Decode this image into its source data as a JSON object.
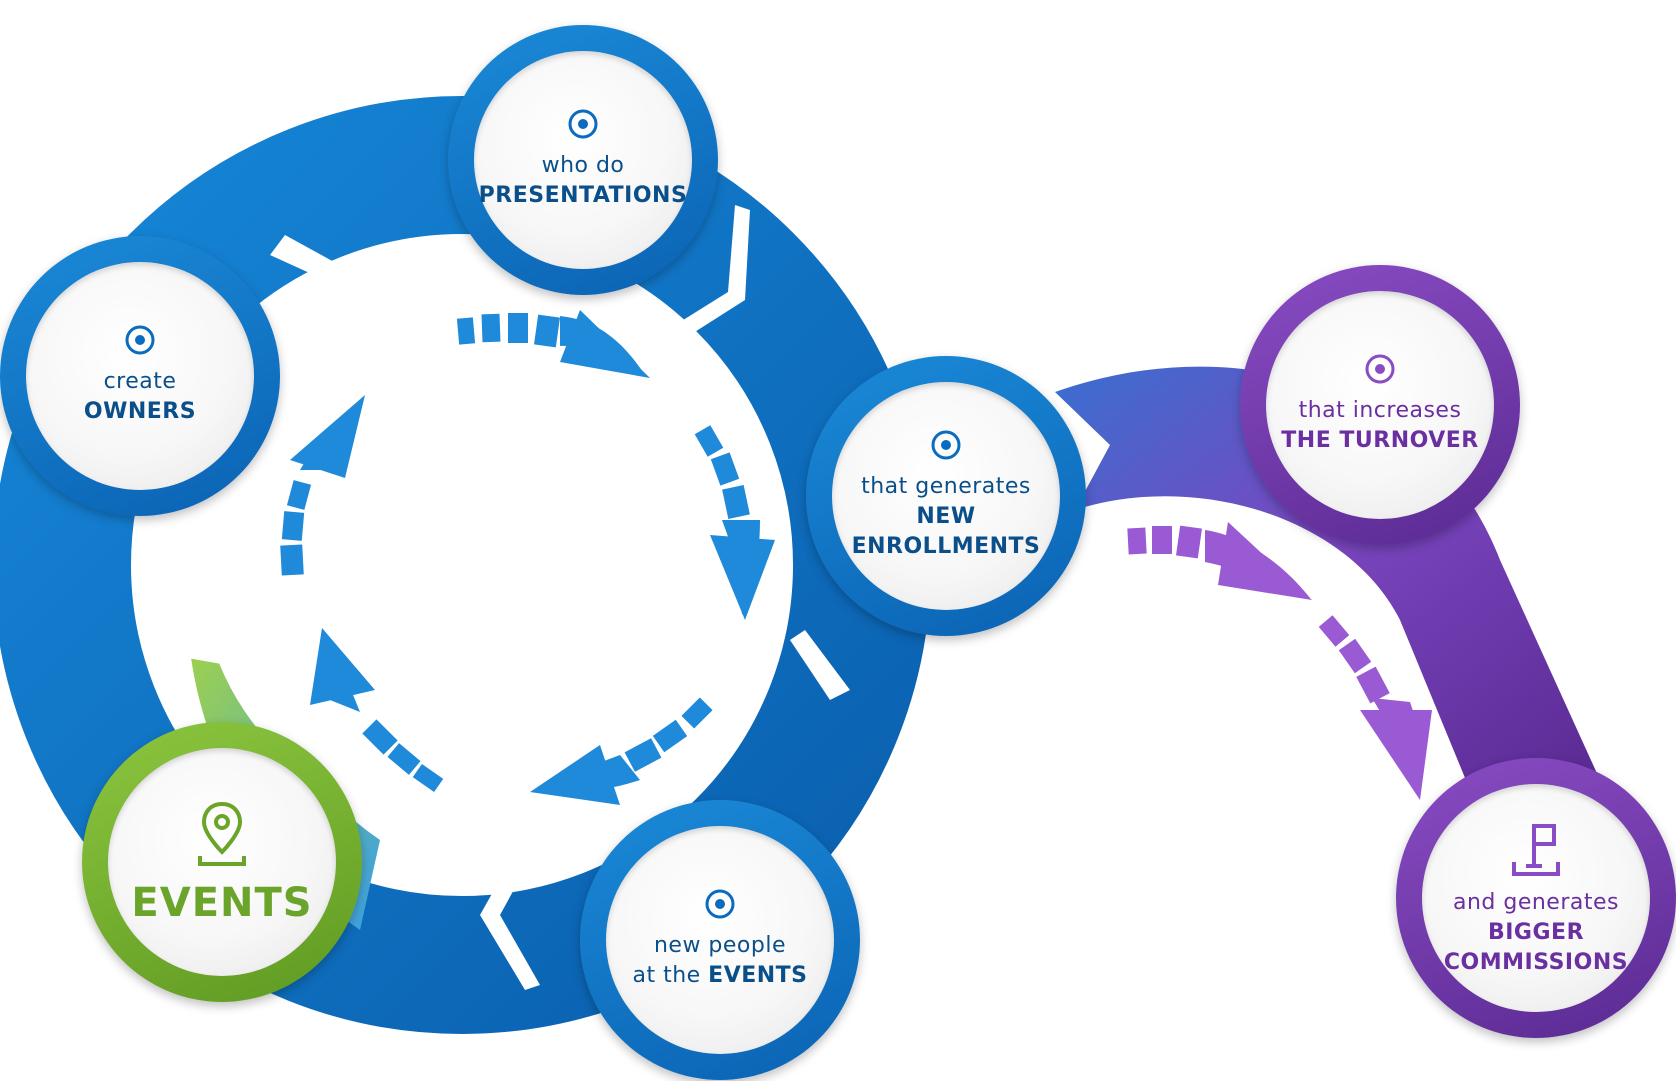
{
  "colors": {
    "blue": "#0b6bbf",
    "blue_light": "#3aa0e6",
    "purple": "#6a2fa0",
    "purple_light": "#9a5ad4",
    "green": "#79b330",
    "green_light": "#a6d64a"
  },
  "nodes": {
    "presentations": {
      "icon": "target-icon",
      "line1": "who do",
      "line2": "PRESENTATIONS"
    },
    "owners": {
      "icon": "target-icon",
      "line1": "create",
      "line2": "OWNERS"
    },
    "enrollments": {
      "icon": "target-icon",
      "line1": "that generates",
      "line2": "NEW",
      "line3": "ENROLLMENTS"
    },
    "new_people": {
      "icon": "target-icon",
      "line1": "new people",
      "line2_prefix": "at the ",
      "line2_bold": "EVENTS"
    },
    "events": {
      "icon": "map-pin-icon",
      "label": "EVENTS"
    },
    "turnover": {
      "icon": "target-icon",
      "line1": "that increases",
      "line2": "THE TURNOVER"
    },
    "commissions": {
      "icon": "flag-icon",
      "line1": "and generates",
      "line2": "BIGGER",
      "line3": "COMMISSIONS"
    }
  }
}
